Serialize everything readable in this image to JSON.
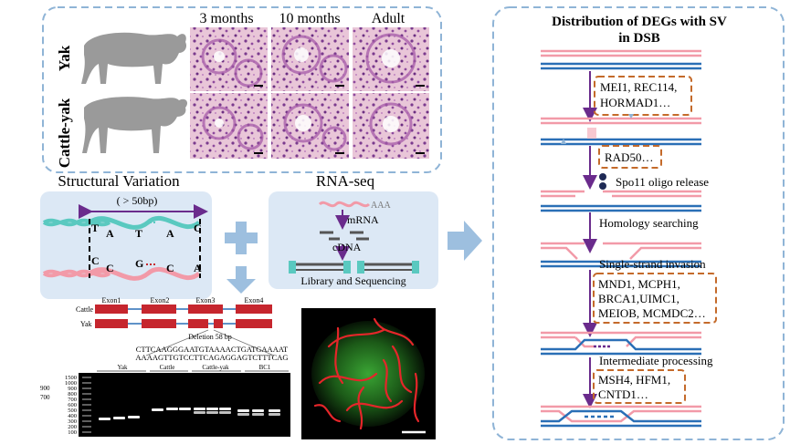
{
  "top_panel": {
    "species": [
      "Yak",
      "Cattle-yak"
    ],
    "stages": [
      "3 months",
      "10 months",
      "Adult"
    ]
  },
  "sv_panel": {
    "title": "Structural Variation",
    "size_label": "( > 50bp)",
    "top_bases": [
      "T",
      "A",
      "T",
      "A",
      "C"
    ],
    "bottom_bases": [
      "C",
      "C",
      "G",
      "C",
      "A"
    ]
  },
  "rnaseq_panel": {
    "title": "RNA-seq",
    "poly_a": "AAA",
    "mrna": "mRNA",
    "cdna": "cDNA",
    "library": "Library and Sequencing"
  },
  "exon_diagram": {
    "exons": [
      "Exon1",
      "Exon2",
      "Exon3",
      "Exon4"
    ],
    "rows": [
      "Cattle",
      "Yak"
    ],
    "deletion": "Deletion 58 bp",
    "seq1": "CTTCAAGGGAATGTAAAACTGATGAAAAT",
    "seq2": "AAAAGTTGTCCTTCAGAGGAGTCTTTCAG"
  },
  "gel": {
    "ladder": [
      "1500",
      "1000",
      "900",
      "800",
      "700",
      "600",
      "500",
      "400",
      "300",
      "200",
      "100"
    ],
    "left_labels": [
      "900",
      "700"
    ],
    "lanes": [
      "Yak",
      "Cattle",
      "Cattle-yak",
      "BC1"
    ]
  },
  "dsb_panel": {
    "title_line1": "Distribution of DEGs with SV",
    "title_line2": "in DSB",
    "genes1": [
      "MEI1, REC114,",
      "HORMAD1…"
    ],
    "genes2": [
      "RAD50…"
    ],
    "spo11": "Spo11 oligo release",
    "homology": "Homology searching",
    "invasion": "Single-strand invasion",
    "genes3": [
      "MND1, MCPH1,",
      "BRCA1,UIMC1,",
      "MEIOB, MCMDC2…"
    ],
    "intermediate": "Intermediate processing",
    "genes4": [
      "MSH4, HFM1,",
      "CNTD1…"
    ]
  },
  "colors": {
    "dash_border": "#8fb4d6",
    "panel_fill": "#dce8f5",
    "arrow_fill": "#9dbfdf",
    "pink": "#f29aa8",
    "blue": "#2a6fb6",
    "purple": "#6a2b8c",
    "orange_box": "#c46a2a",
    "exon_red": "#c6262e",
    "teal": "#5ac9c0"
  }
}
